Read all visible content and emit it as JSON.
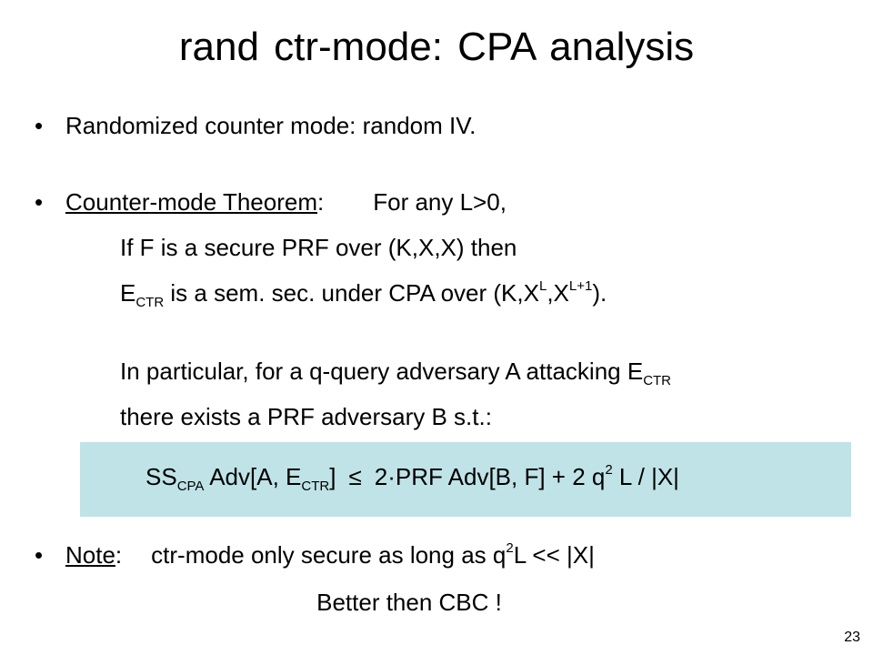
{
  "slide": {
    "title": "rand ctr-mode:   CPA analysis",
    "page_number": "23"
  },
  "bullets": [
    {
      "marker": "•",
      "text": "Randomized counter mode:   random IV."
    },
    {
      "marker": "•",
      "label": "Counter-mode Theorem",
      "label_suffix": ":",
      "text": "For any L>0,"
    },
    {
      "marker": "•",
      "label": "Note",
      "label_suffix": ":",
      "text_before": "ctr-mode only secure as long as   q",
      "sup": "2",
      "text_after": "L  <<  |X|"
    }
  ],
  "theorem": {
    "line1": "If F is a secure PRF over (K,X,X) then",
    "line2": {
      "prefix": "E",
      "sub": "CTR",
      "mid": " is a sem. sec. under CPA over (K,X",
      "sup1": "L",
      "mid2": ",X",
      "sup2": "L+1",
      "end": ")."
    },
    "line3": {
      "text": "In particular,  for a q-query adversary  A attacking E",
      "sub": "CTR"
    },
    "line4": "there exists a PRF adversary B  s.t.:"
  },
  "formula": {
    "ss": "SS",
    "cpa": "CPA",
    "adv": " Adv[A, E",
    "ctr": "CTR",
    "close": "]",
    "leq": "≤",
    "two": "2",
    "dot": "·",
    "prf": "PRF Adv[B, F]  +  2 q",
    "sq": "2",
    "tail": " L / |X|"
  },
  "closing": "Better then CBC !"
}
